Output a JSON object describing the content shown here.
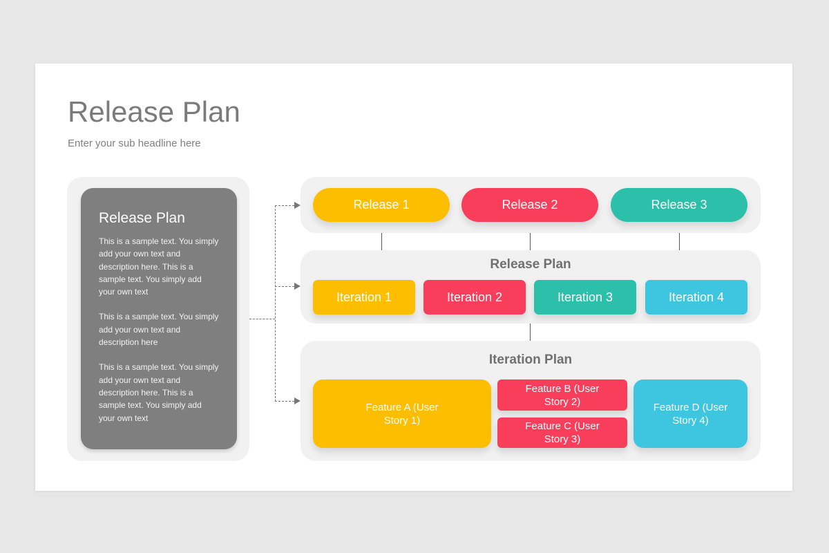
{
  "title": "Release Plan",
  "subtitle": "Enter your sub headline here",
  "left_card": {
    "heading": "Release Plan",
    "paragraphs": [
      "This is a sample text. You simply add your own text and description here. This is a sample text. You simply add your own text",
      "This is a sample text. You simply add your own text and description here",
      "This is a sample text. You simply add your own text and description here. This is a sample text. You simply add your own text"
    ]
  },
  "releases": [
    "Release 1",
    "Release 2",
    "Release 3"
  ],
  "release_plan": {
    "title": "Release  Plan",
    "iterations": [
      "Iteration  1",
      "Iteration  2",
      "Iteration  3",
      "Iteration  4"
    ]
  },
  "iteration_plan": {
    "title": "Iteration Plan",
    "features": [
      "Feature A (User Story 1)",
      "Feature B (User Story 2)",
      "Feature C (User Story 3)",
      "Feature D (User Story 4)"
    ]
  },
  "colors": {
    "yellow": "#fdbe00",
    "red": "#f83e5b",
    "teal": "#2cc0aa",
    "blue": "#3ec6e0",
    "gray": "#7f7f7f"
  }
}
